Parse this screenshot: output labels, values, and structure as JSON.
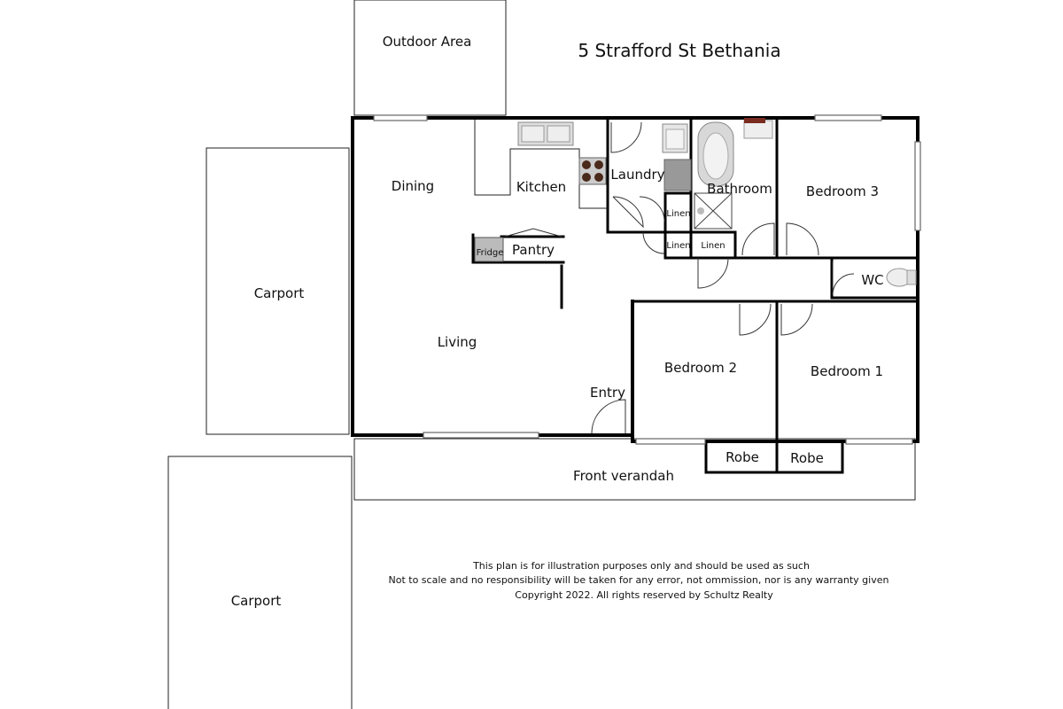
{
  "title": "5 Strafford St Bethania",
  "rooms": {
    "outdoor_area": "Outdoor Area",
    "carport_top": "Carport",
    "carport_bottom": "Carport",
    "dining": "Dining",
    "kitchen": "Kitchen",
    "laundry": "Laundry",
    "bathroom": "Bathroom",
    "bedroom3": "Bedroom 3",
    "linen1": "Linen",
    "linen2": "Linen",
    "linen3": "Linen",
    "fridge": "Fridge",
    "pantry": "Pantry",
    "wc": "WC",
    "living": "Living",
    "entry": "Entry",
    "bedroom2": "Bedroom 2",
    "bedroom1": "Bedroom 1",
    "robe1": "Robe",
    "robe2": "Robe",
    "front_verandah": "Front verandah"
  },
  "disclaimer": {
    "line1": "This plan is for illustration purposes only and should be used as such",
    "line2": "Not to scale and no responsibility will be taken for any error, not ommission, nor is any warranty given",
    "line3": "Copyright 2022.  All rights reserved by Schultz Realty"
  }
}
